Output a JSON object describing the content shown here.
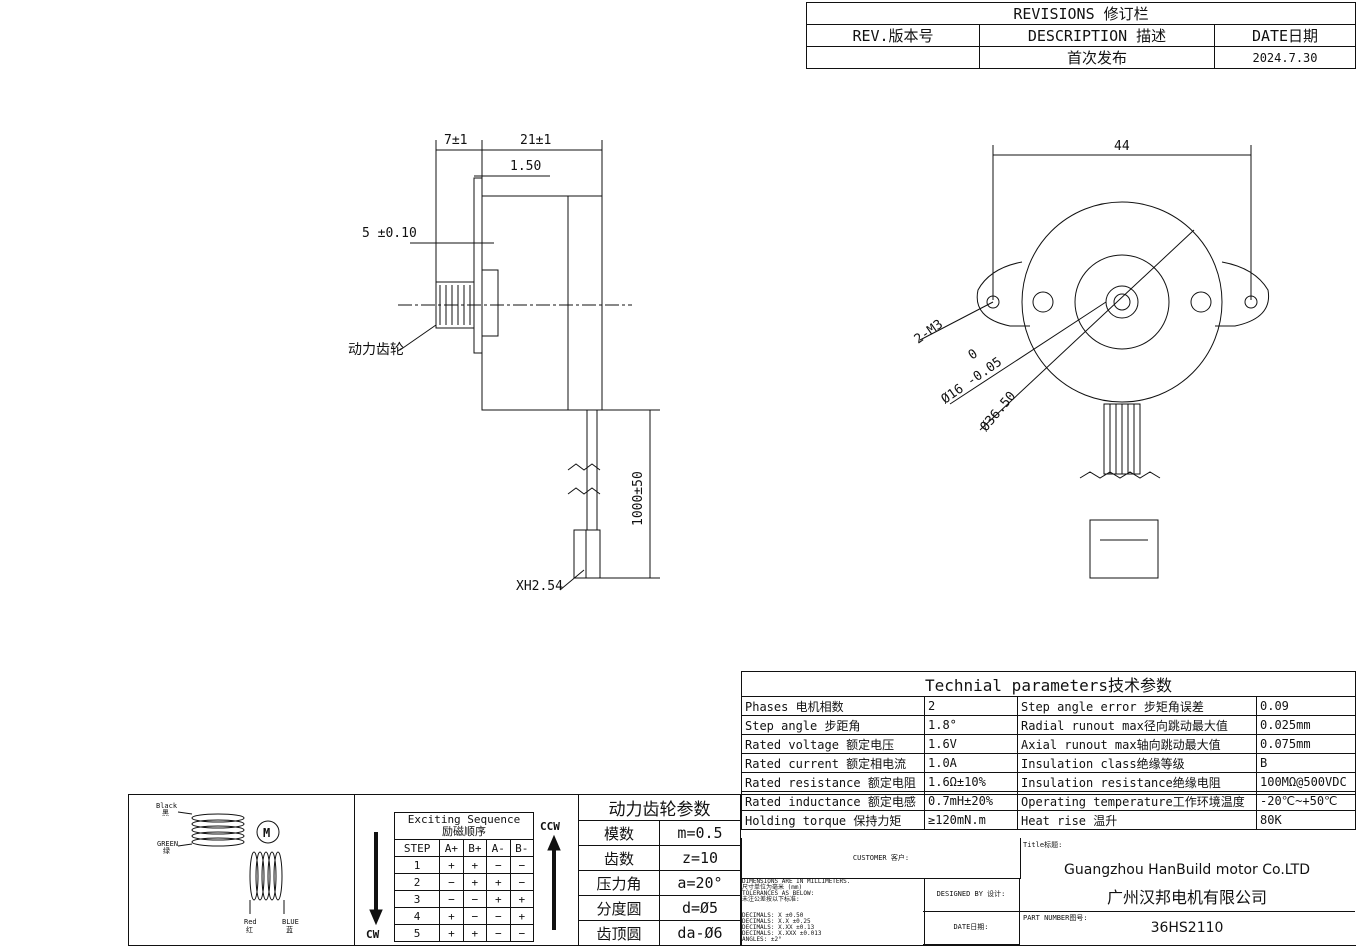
{
  "revisions": {
    "title": "REVISIONS 修订栏",
    "col_rev": "REV.版本号",
    "col_desc": "DESCRIPTION 描述",
    "col_date": "DATE日期",
    "row_desc": "首次发布",
    "row_date": "2024.7.30"
  },
  "side_view": {
    "dim_7": "7±1",
    "dim_21": "21±1",
    "dim_150": "1.50",
    "dim_5": "5 ±0.10",
    "gear_label": "动力齿轮",
    "cable_length": "1000±50",
    "connector": "XH2.54"
  },
  "front_view": {
    "dim_44": "44",
    "holes": "2-M3",
    "d16_tol": "0",
    "d16": "Ø16 -0.05",
    "d36": "Ø36.50"
  },
  "tech": {
    "title": "Technial parameters技术参数",
    "rows": [
      [
        "Phases 电机相数",
        "2",
        "Step angle error 步矩角误差",
        "0.09"
      ],
      [
        "Step angle 步距角",
        "1.8°",
        "Radial runout max径向跳动最大值",
        "0.025mm"
      ],
      [
        "Rated voltage 额定电压",
        "1.6V",
        "Axial runout max轴向跳动最大值",
        "0.075mm"
      ],
      [
        "Rated current 额定相电流",
        "1.0A",
        "Insulation class绝缘等级",
        "B"
      ],
      [
        "Rated resistance 额定电阻",
        "1.6Ω±10%",
        "Insulation resistance绝缘电阻",
        "100MΩ@500VDC"
      ],
      [
        "Rated inductance 额定电感",
        "0.7mH±20%",
        "Operating temperature工作环境温度",
        "-20℃~+50℃"
      ],
      [
        "Holding torque 保持力矩",
        "≥120mN.m",
        "Heat rise 温升",
        "80K"
      ]
    ]
  },
  "gear": {
    "title": "动力齿轮参数",
    "rows": [
      [
        "模数",
        "m=0.5"
      ],
      [
        "齿数",
        "z=10"
      ],
      [
        "压力角",
        "a=20°"
      ],
      [
        "分度圆",
        "d=Ø5"
      ],
      [
        "齿顶圆",
        "da-Ø6"
      ]
    ]
  },
  "sequence": {
    "title": "Exciting Sequence",
    "title_cn": "励磁顺序",
    "headers": [
      "STEP",
      "A+",
      "B+",
      "A-",
      "B-"
    ],
    "rows": [
      [
        "1",
        "+",
        "+",
        "−",
        "−"
      ],
      [
        "2",
        "−",
        "+",
        "+",
        "−"
      ],
      [
        "3",
        "−",
        "−",
        "+",
        "+"
      ],
      [
        "4",
        "+",
        "−",
        "−",
        "+"
      ],
      [
        "5",
        "+",
        "+",
        "−",
        "−"
      ]
    ],
    "ccw": "CCW",
    "cw": "CW"
  },
  "wiring": {
    "black": "Black",
    "black_cn": "黑",
    "green": "GREEN",
    "green_cn": "绿",
    "red": "Red",
    "red_cn": "红",
    "blue": "BLUE",
    "blue_cn": "蓝",
    "motor": "M"
  },
  "titleblock": {
    "customer": "CUSTOMER 客户:",
    "title_label": "Title标题:",
    "company_en": "Guangzhou HanBuild motor Co.LTD",
    "company_cn": "广州汉邦电机有限公司",
    "designed": "DESIGNED BY 设计:",
    "date": "DATE日期:",
    "part_label": "PART NUMBER图号:",
    "part_number": "36HS2110",
    "tolerance_notes": [
      "DIMENSIONS ARE IN MILLIMETERS.",
      "尺寸单位为毫米 (mm)",
      "TOLERANCES AS BELOW:",
      "未注公差按以下标准:",
      "DECIMALS: X    ±0.50",
      "DECIMALS: X.X   ±0.25",
      "DECIMALS: X.XX  ±0.13",
      "DECIMALS: X.XXX ±0.013",
      "ANGLES:  ±2°"
    ]
  }
}
